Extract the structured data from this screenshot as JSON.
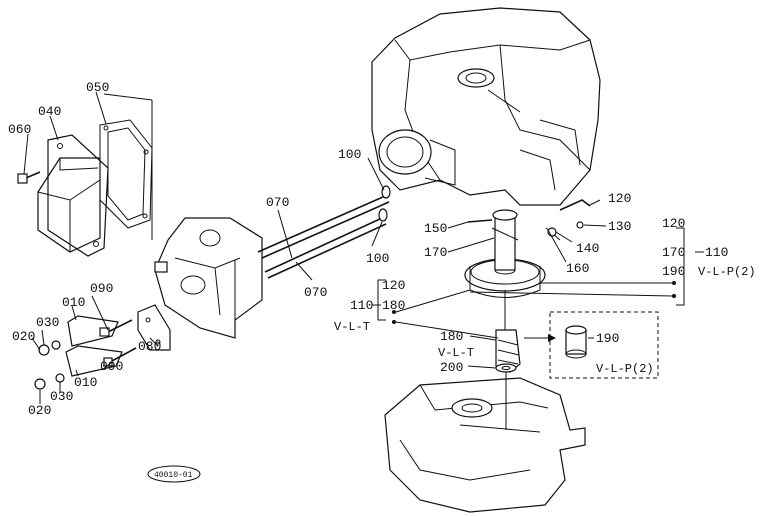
{
  "diagram": {
    "callouts": {
      "p010a": "010",
      "p010b": "010",
      "p020a": "020",
      "p020b": "020",
      "p030a": "030",
      "p030b": "030",
      "p040": "040",
      "p050": "050",
      "p060": "060",
      "p070a": "070",
      "p070b": "070",
      "p080": "080",
      "p090a": "090",
      "p090b": "090",
      "p100a": "100",
      "p100b": "100",
      "p110a": "110",
      "p110b": "110",
      "p120a": "120",
      "p120b": "120",
      "p120c": "120",
      "p130": "130",
      "p140": "140",
      "p150": "150",
      "p160": "160",
      "p170a": "170",
      "p170b": "170",
      "p180a": "180",
      "p180b": "180",
      "p190a": "190",
      "p190b": "190",
      "p200": "200"
    },
    "kit_labels": {
      "vlp_right": "V-L-P(2)",
      "vlp_box": "V-L-P(2)",
      "vlt_left": "V-L-T",
      "vlt_center": "V-L-T"
    },
    "figure_tag": "40010-01"
  }
}
